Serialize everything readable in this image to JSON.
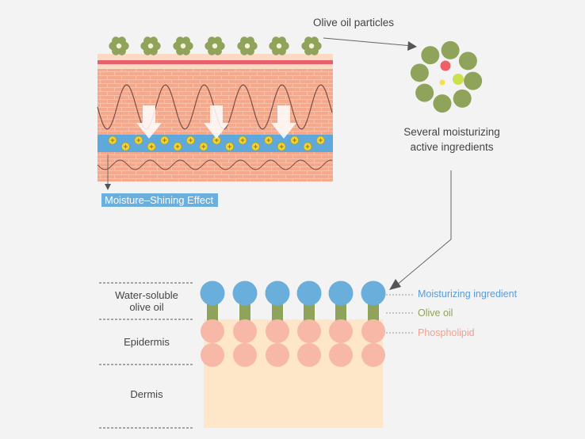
{
  "top": {
    "particles_title": "Olive oil particles",
    "ingredients_label_line1": "Several moisturizing",
    "ingredients_label_line2": "active ingredients",
    "effect_label": "Moisture–Shining Effect"
  },
  "layers": {
    "water_soluble_line1": "Water-soluble",
    "water_soluble_line2": "olive oil",
    "epidermis": "Epidermis",
    "dermis": "Dermis"
  },
  "legend": {
    "moisturizing_ingredient": "Moisturizing ingredient",
    "olive_oil": "Olive oil",
    "phospholipid": "Phospholipid"
  },
  "colors": {
    "olive_green": "#8fa35a",
    "moisture_blue": "#6aaedc",
    "phospholipid_pink": "#f7b8a8",
    "skin_salmon": "#f4a98d",
    "dermis_cream": "#fde7c8",
    "legend_blue": "#5b9bd5",
    "legend_green": "#8fa35a",
    "legend_pink": "#f2a08f"
  }
}
